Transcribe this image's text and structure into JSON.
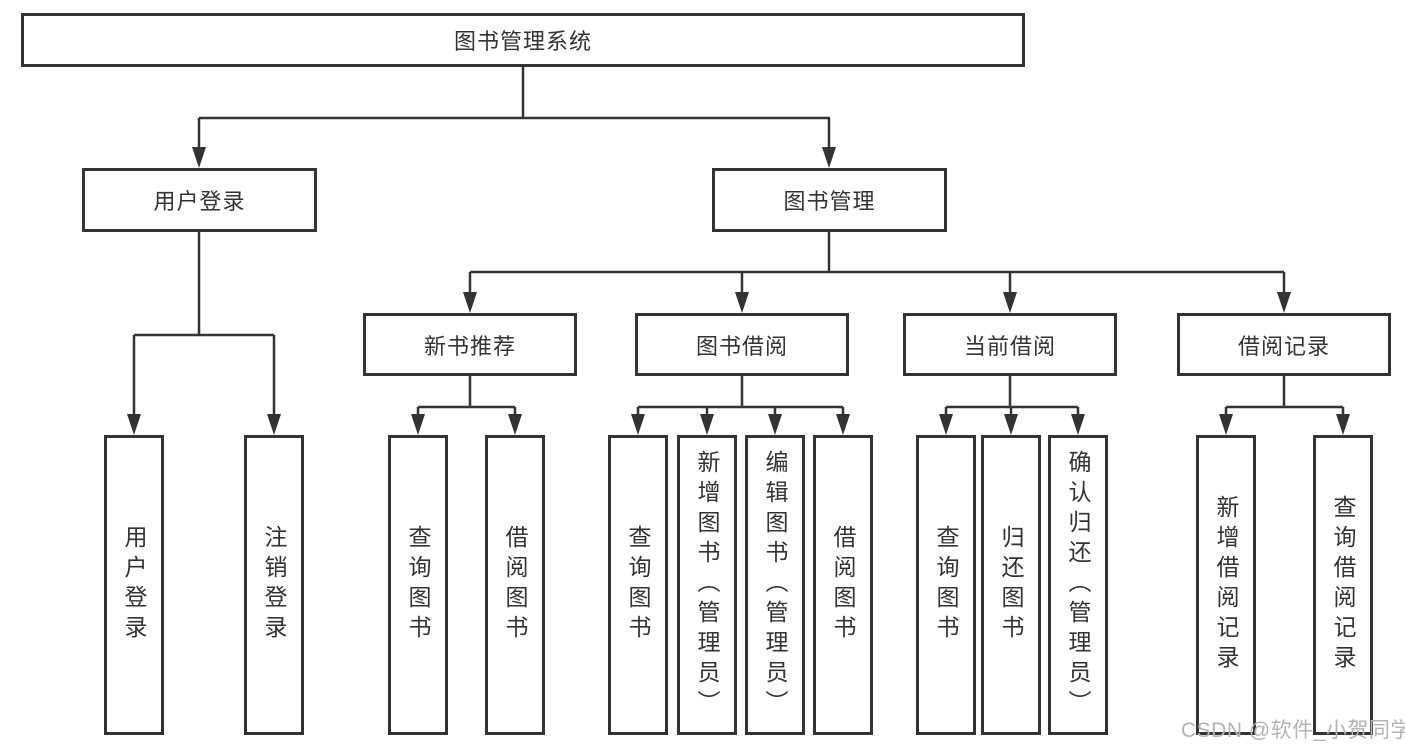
{
  "diagram": {
    "root": "图书管理系统",
    "level2": [
      "用户登录",
      "图书管理"
    ],
    "level3": [
      "新书推荐",
      "图书借阅",
      "当前借阅",
      "借阅记录"
    ],
    "leaves_user": [
      "用户登录",
      "注销登录"
    ],
    "leaves_newbook": [
      "查询图书",
      "借阅图书"
    ],
    "leaves_borrow": [
      "查询图书",
      "新增图书（管理员）",
      "编辑图书（管理员）",
      "借阅图书"
    ],
    "leaves_current": [
      "查询图书",
      "归还图书",
      "确认归还（管理员）"
    ],
    "leaves_records": [
      "新增借阅记录",
      "查询借阅记录"
    ],
    "line_color": "#333333",
    "box_background": "#ffffff"
  },
  "watermark": {
    "text": "CSDN @软件_小贺同学",
    "color": "#b3b3b3"
  }
}
